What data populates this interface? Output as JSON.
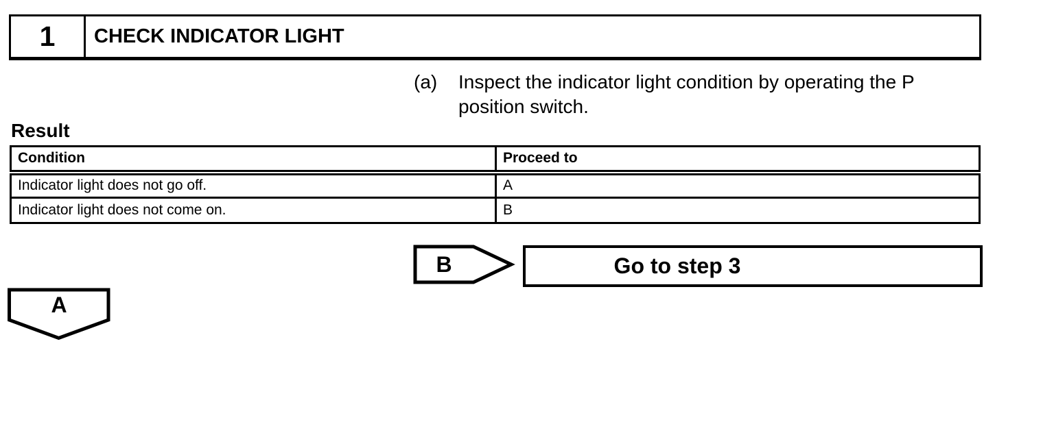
{
  "page": {
    "background": "#ffffff",
    "ink": "#000000"
  },
  "step": {
    "number": "1",
    "title": "CHECK INDICATOR LIGHT"
  },
  "instruction": {
    "marker": "(a)",
    "text": "Inspect the indicator light condition by operating the P position switch."
  },
  "result": {
    "heading": "Result",
    "table": {
      "headers": [
        "Condition",
        "Proceed to"
      ],
      "rows": [
        {
          "condition": "Indicator light does not go off.",
          "proceed_to": "A"
        },
        {
          "condition": "Indicator light does not come on.",
          "proceed_to": "B"
        }
      ]
    }
  },
  "flow": {
    "branch_b": {
      "label": "B",
      "action": "Go to step 3"
    },
    "branch_a": {
      "label": "A"
    }
  }
}
